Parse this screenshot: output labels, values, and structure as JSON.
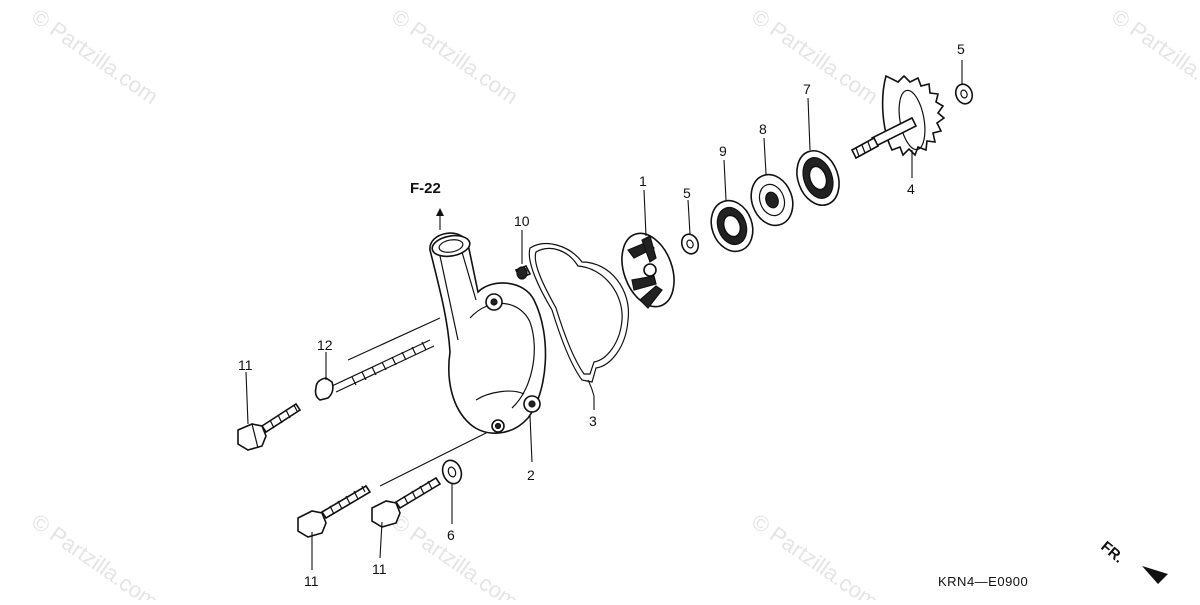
{
  "diagram": {
    "reference": "F-22",
    "diagram_code": "KRN4—E0900",
    "front_marker": "FR.",
    "watermark": "© Partzilla.com",
    "callouts": [
      {
        "id": "c-1",
        "label": "1"
      },
      {
        "id": "c-2",
        "label": "2"
      },
      {
        "id": "c-3",
        "label": "3"
      },
      {
        "id": "c-4",
        "label": "4"
      },
      {
        "id": "c-5a",
        "label": "5"
      },
      {
        "id": "c-5b",
        "label": "5"
      },
      {
        "id": "c-6",
        "label": "6"
      },
      {
        "id": "c-7",
        "label": "7"
      },
      {
        "id": "c-8",
        "label": "8"
      },
      {
        "id": "c-9",
        "label": "9"
      },
      {
        "id": "c-10",
        "label": "10"
      },
      {
        "id": "c-11a",
        "label": "11"
      },
      {
        "id": "c-11b",
        "label": "11"
      },
      {
        "id": "c-11c",
        "label": "11"
      },
      {
        "id": "c-12",
        "label": "12"
      }
    ]
  }
}
